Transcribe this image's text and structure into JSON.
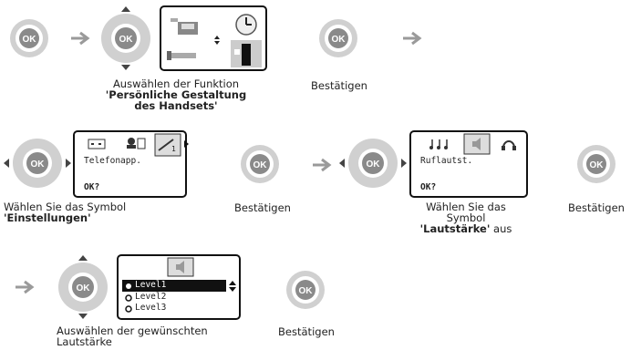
{
  "steps": {
    "s1": {
      "cap1": "Auswählen der Funktion",
      "cap2": "'Persönliche Gestaltung",
      "cap3": "des Handsets'",
      "ok": "Bestätigen"
    },
    "s2": {
      "cap1": "Wählen Sie das Symbol",
      "cap2": "'Einstellungen'",
      "ok": "Bestätigen",
      "screen_label": "Telefonapp.",
      "screen_ok": "OK?",
      "badge": "1"
    },
    "s3": {
      "cap1": "Wählen Sie das",
      "cap2": "Symbol",
      "cap3a": "'Lautstärke'",
      "cap3b": " aus",
      "ok": "Bestätigen",
      "screen_label": "Ruflautst.",
      "screen_ok": "OK?"
    },
    "s4": {
      "cap1": "Auswählen der gewünschten",
      "cap2": "Lautstärke",
      "ok": "Bestätigen",
      "levels": [
        "Level1",
        "Level2",
        "Level3"
      ]
    }
  },
  "ok_label": "OK",
  "colors": {
    "ring": "#c9c9c9",
    "ring_inner": "#9a9a9a",
    "ok_fill": "#8a8a8a",
    "arrow": "#9a9a9a",
    "selected_row": "#111111"
  }
}
